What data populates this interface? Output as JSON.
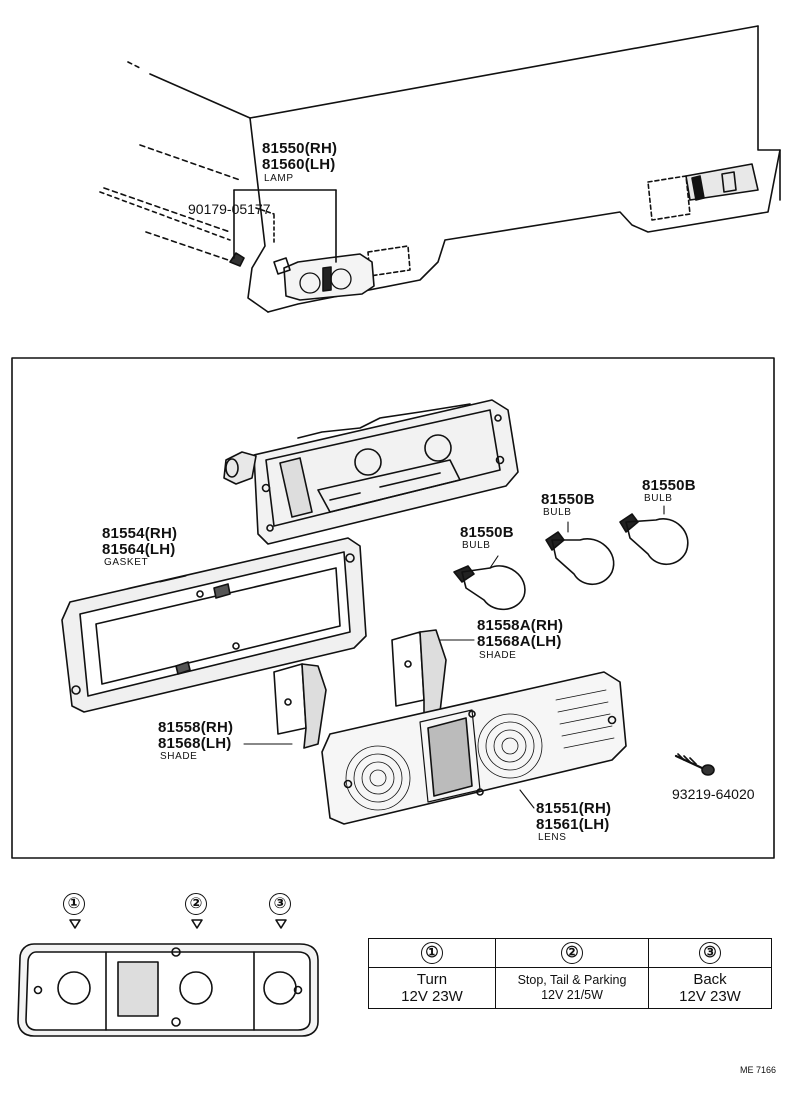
{
  "top_labels": {
    "lamp_rh": "81550(RH)",
    "lamp_lh": "81560(LH)",
    "lamp_name": "LAMP",
    "clip_part": "90179-05177"
  },
  "parts": {
    "gasket_rh": "81554(RH)",
    "gasket_lh": "81564(LH)",
    "gasket_name": "GASKET",
    "bulb_a": "81550B",
    "bulb_a_name": "BULB",
    "bulb_b": "81550B",
    "bulb_b_name": "BULB",
    "bulb_c": "81550B",
    "bulb_c_name": "BULB",
    "shade_a_rh": "81558A(RH)",
    "shade_a_lh": "81568A(LH)",
    "shade_a_name": "SHADE",
    "shade_rh": "81558(RH)",
    "shade_lh": "81568(LH)",
    "shade_name": "SHADE",
    "lens_rh": "81551(RH)",
    "lens_lh": "81561(LH)",
    "lens_name": "LENS",
    "screw": "93219-64020"
  },
  "positions": [
    "①",
    "②",
    "③"
  ],
  "legend": {
    "headers": [
      "①",
      "②",
      "③"
    ],
    "col1_line1": "Turn",
    "col1_line2": "12V 23W",
    "col2_line1": "Stop, Tail & Parking",
    "col2_line2": "12V 21/5W",
    "col3_line1": "Back",
    "col3_line2": "12V 23W"
  },
  "ref_code": "ME 7166"
}
